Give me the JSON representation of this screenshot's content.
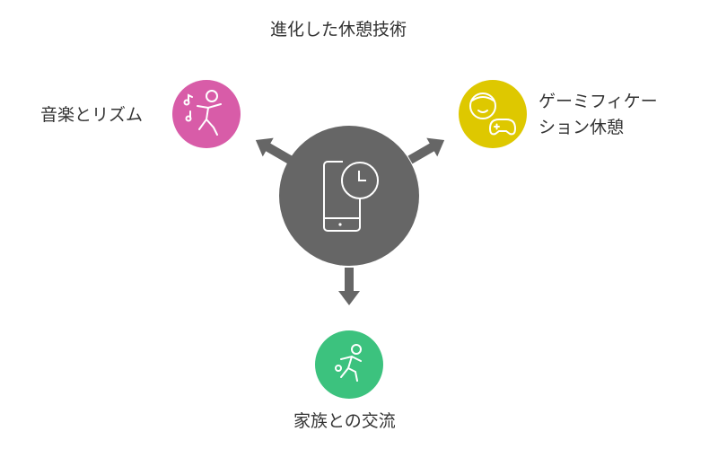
{
  "title": "進化した休憩技術",
  "center": {
    "icon": "phone-clock-icon",
    "color": "#666666"
  },
  "nodes": [
    {
      "label": "音楽とリズム",
      "icon": "dancing-music-icon",
      "color": "#D85CA8"
    },
    {
      "label_line1": "ゲーミフィケー",
      "label_line2": "ション休憩",
      "icon": "child-gamepad-icon",
      "color": "#DEC800"
    },
    {
      "label": "家族との交流",
      "icon": "family-play-icon",
      "color": "#3CC27E"
    }
  ]
}
